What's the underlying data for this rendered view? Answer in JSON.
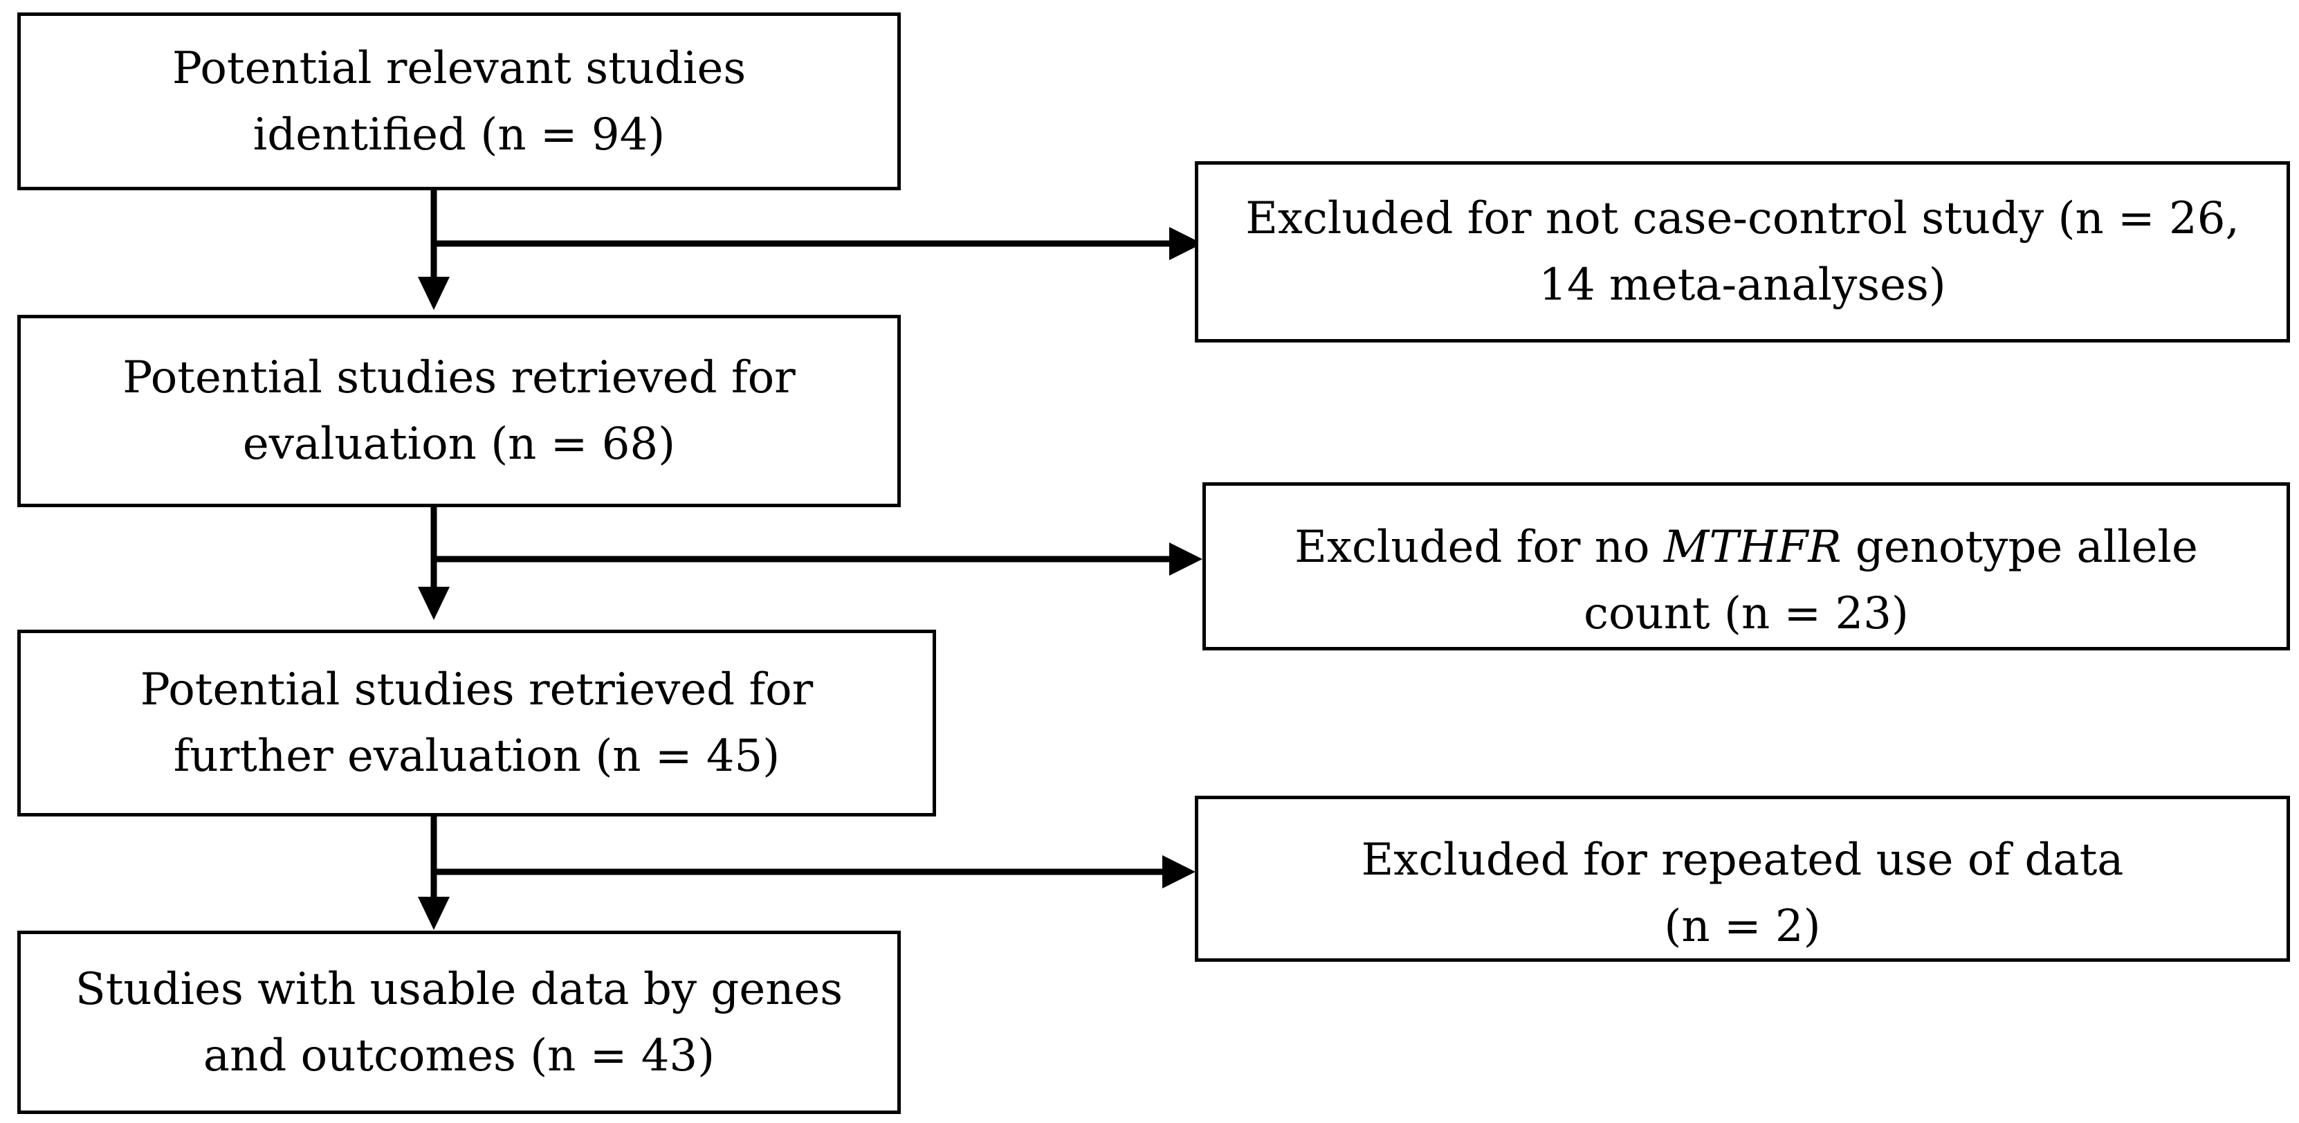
{
  "flow": {
    "steps": [
      {
        "line1": "Potential relevant studies",
        "line2": "identified (n = 94)"
      },
      {
        "line1": "Potential studies retrieved for",
        "line2": "evaluation (n = 68)"
      },
      {
        "line1": "Potential studies retrieved for",
        "line2": "further evaluation (n = 45)"
      },
      {
        "line1": "Studies with usable data by genes",
        "line2": "and outcomes (n = 43)"
      }
    ],
    "exclusions": [
      {
        "line1": "Excluded for not case-control study (n = 26,",
        "line2": "14 meta-analyses)"
      },
      {
        "line1_pre": "Excluded for no ",
        "line1_gene": "MTHFR",
        "line1_post": " genotype allele",
        "line2": "count (n = 23)"
      },
      {
        "line1": "Excluded for repeated use of data",
        "line2": "(n = 2)"
      }
    ]
  }
}
